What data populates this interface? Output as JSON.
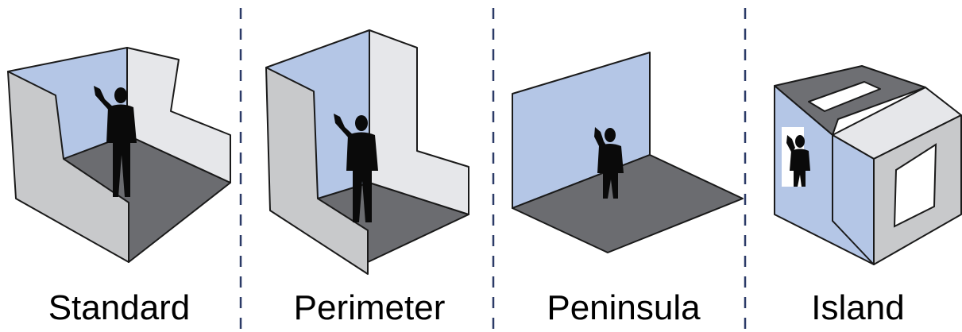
{
  "booths": [
    {
      "label": "Standard"
    },
    {
      "label": "Perimeter"
    },
    {
      "label": "Peninsula"
    },
    {
      "label": "Island"
    }
  ],
  "colors": {
    "back_wall": "#b4c6e6",
    "side_wall_light": "#e6e7ea",
    "side_wall_mid": "#c8c9cb",
    "floor": "#6b6c70",
    "roof": "#6e6f73",
    "skylight": "#ffffff",
    "outline": "#1a1a1a",
    "person": "#0a0a0a",
    "divider": "#2b3a67"
  }
}
